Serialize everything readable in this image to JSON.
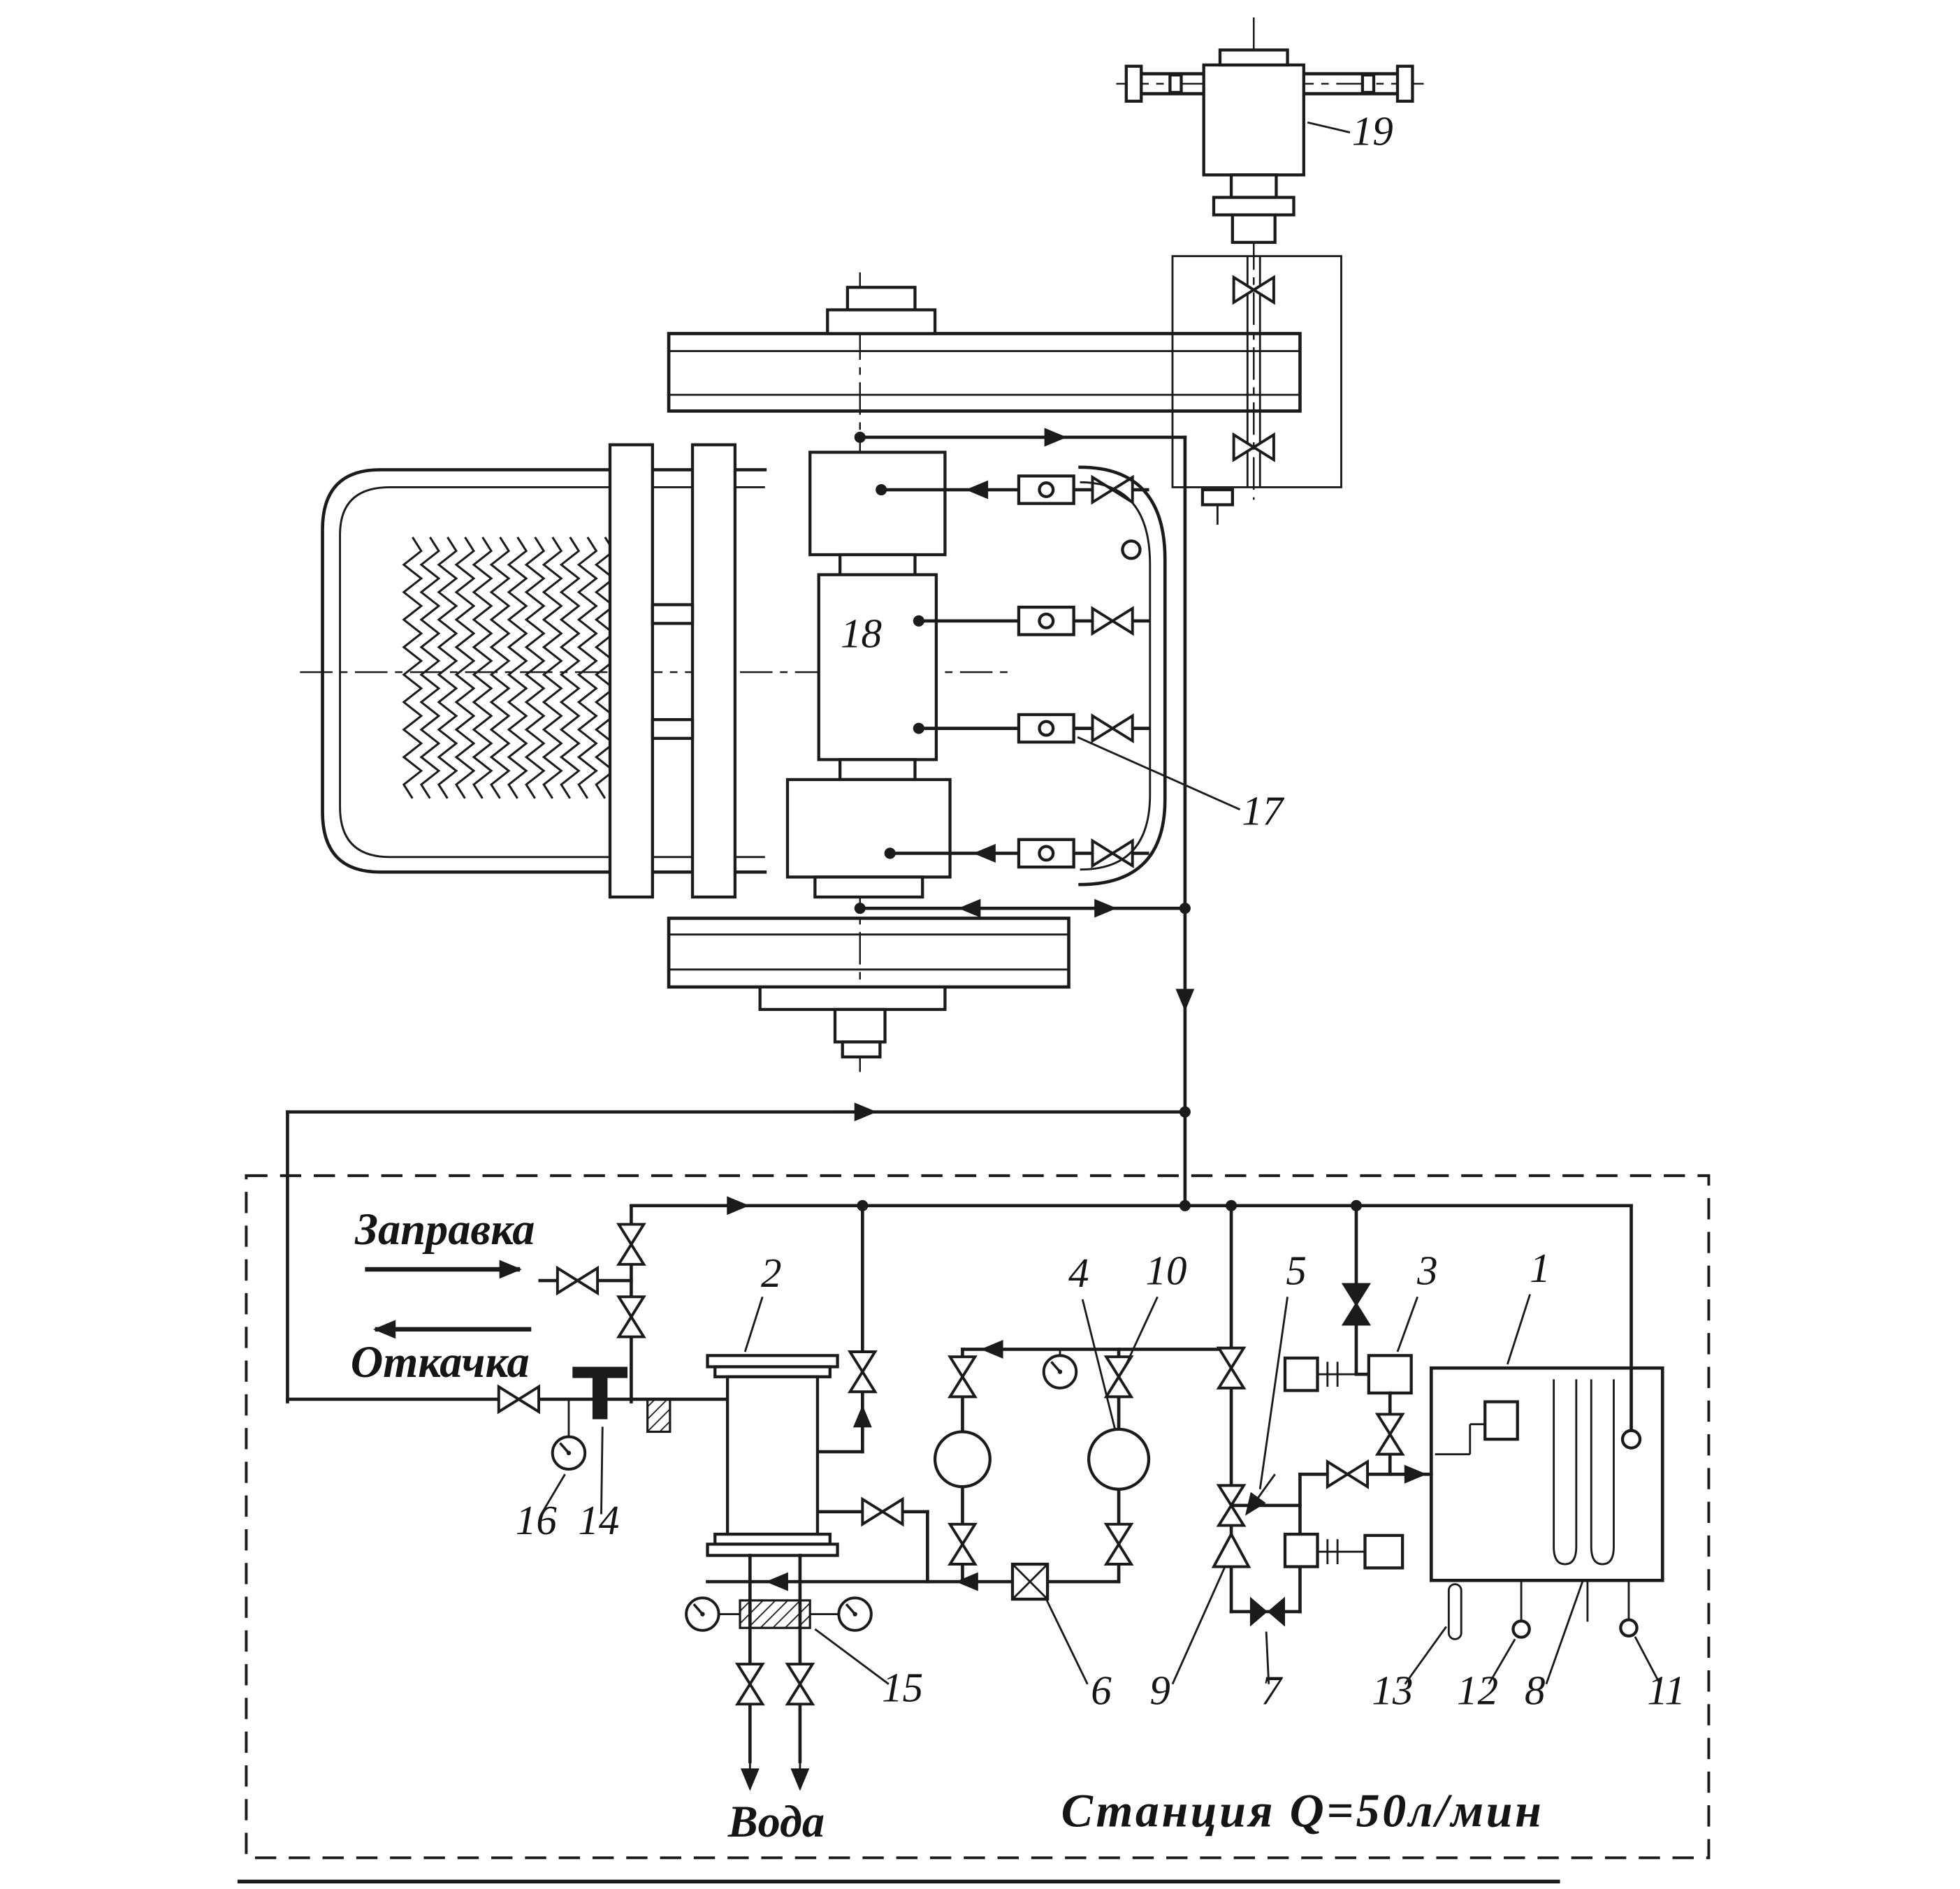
{
  "diagram": {
    "station_title": "Станция Q=50л/мин",
    "flow_labels": {
      "fill": "Заправка",
      "drain": "Откачка",
      "water": "Вода"
    },
    "part_numbers": {
      "n1": "1",
      "n2": "2",
      "n3": "3",
      "n4": "4",
      "n5": "5",
      "n6": "6",
      "n7": "7",
      "n8": "8",
      "n9": "9",
      "n10": "10",
      "n11": "11",
      "n12": "12",
      "n13": "13",
      "n14": "14",
      "n15": "15",
      "n16": "16",
      "n17": "17",
      "n18": "18",
      "n19": "19"
    }
  }
}
